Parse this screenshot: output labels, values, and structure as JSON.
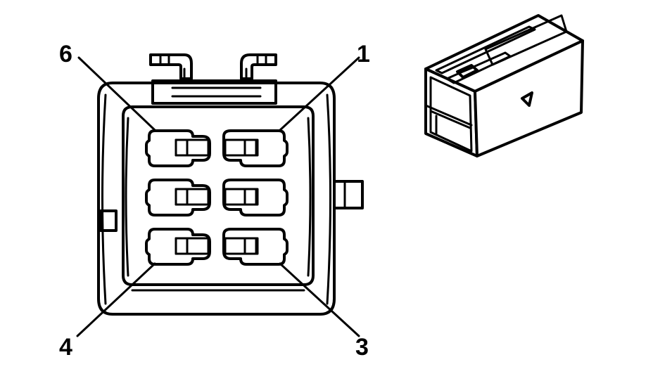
{
  "labels": {
    "pin_6": "6",
    "pin_1": "1",
    "pin_4": "4",
    "pin_3": "3"
  },
  "colors": {
    "line": "#000000",
    "background": "#ffffff"
  }
}
